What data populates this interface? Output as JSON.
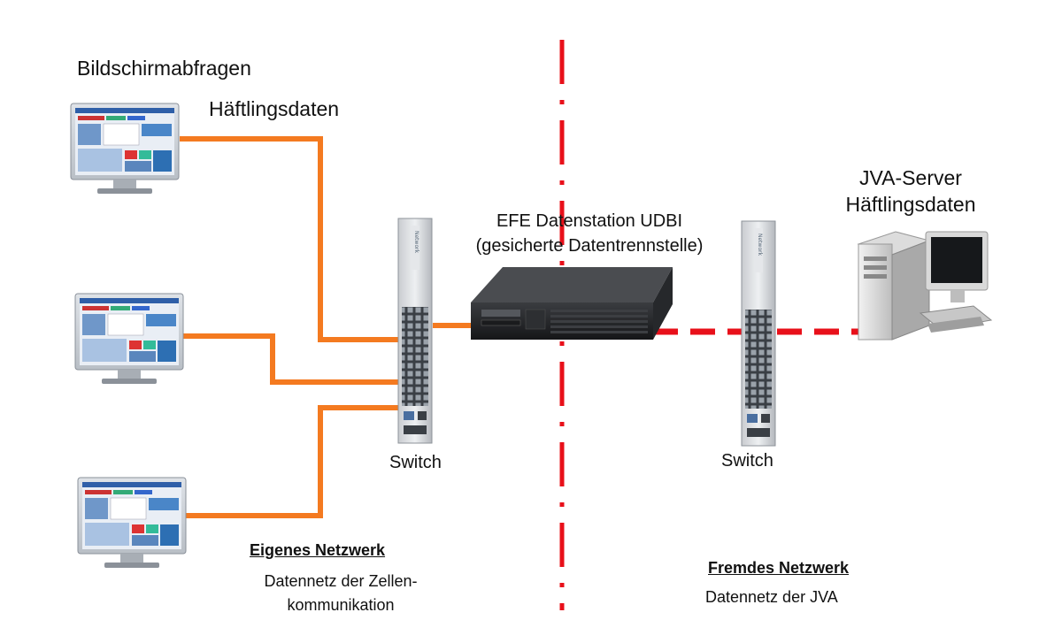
{
  "labels": {
    "screen_queries": "Bildschirmabfragen",
    "inmate_data": "Häftlingsdaten",
    "data_station_line1": "EFE Datenstation UDBI",
    "data_station_line2": "(gesicherte Datentrennstelle)",
    "server_line1": "JVA-Server",
    "server_line2": "Häftlingsdaten",
    "switch_left": "Switch",
    "switch_right": "Switch",
    "own_network_title": "Eigenes Netzwerk",
    "own_network_line1": "Datennetz der Zellen-",
    "own_network_line2": "kommunikation",
    "foreign_network_title": "Fremdes Netzwerk",
    "foreign_network_line1": "Datennetz der JVA"
  },
  "colors": {
    "own_link": "#f47a20",
    "foreign_link": "#e8101a",
    "boundary": "#e8101a"
  }
}
